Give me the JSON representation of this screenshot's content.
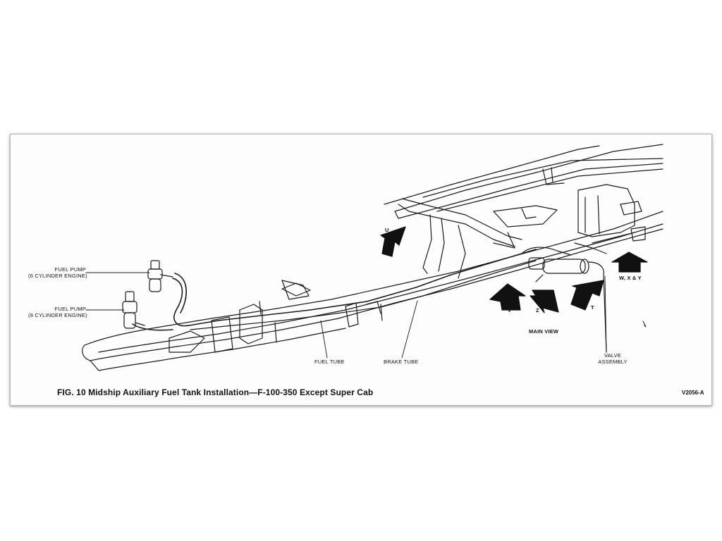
{
  "figure": {
    "caption": "FIG. 10 Midship Auxiliary Fuel Tank Installation—F-100-350 Except Super Cab",
    "code": "V2056-A"
  },
  "labels": {
    "fuel_pump_6_line1": "FUEL PUMP",
    "fuel_pump_6_line2": "(6 CYLINDER ENGINE)",
    "fuel_pump_8_line1": "FUEL PUMP",
    "fuel_pump_8_line2": "(8 CYLINDER ENGINE)",
    "fuel_tube": "FUEL TUBE",
    "brake_tube": "BRAKE TUBE",
    "valve_line1": "VALVE",
    "valve_line2": "ASSEMBLY",
    "main_view": "MAIN VIEW"
  },
  "arrows": {
    "u": "U",
    "v": "V",
    "z": "Z",
    "t": "T",
    "wxy": "W, X & Y"
  },
  "colors": {
    "ink": "#111111",
    "frame_border": "#b8b8b8",
    "paper": "#fdfdfd"
  }
}
